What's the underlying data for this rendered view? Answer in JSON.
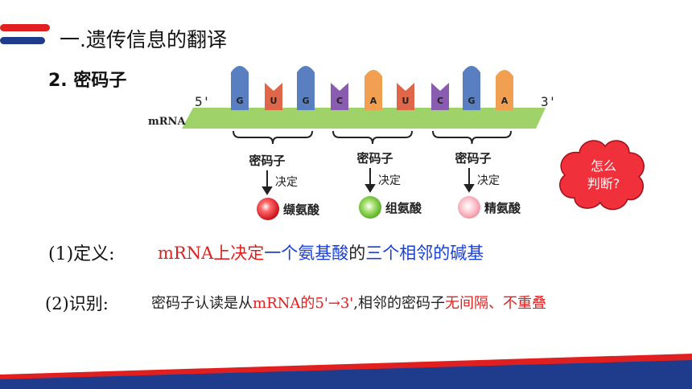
{
  "heading": "一.遗传信息的翻译",
  "subheading": "2. 密码子",
  "diagram": {
    "end5": "5'",
    "end3": "3'",
    "strand_label": "mRNA",
    "bases": [
      "G",
      "U",
      "G",
      "C",
      "A",
      "U",
      "C",
      "G",
      "A"
    ],
    "codon_label": "密码子",
    "determine_label": "决定",
    "amino_acids": [
      "缬氨酸",
      "组氨酸",
      "精氨酸"
    ],
    "colors": {
      "G": "#5a7fc0",
      "U": "#e0664a",
      "C": "#8a5cb0",
      "A": "#f0a050",
      "strand": "#9fd36a",
      "amino": [
        "#e8232a",
        "#6cc02c",
        "#f5a8b4"
      ]
    }
  },
  "cloud": {
    "line1": "怎么",
    "line2": "判断?"
  },
  "def": {
    "label": "(1)定义:",
    "p1": "mRNA上决定",
    "p2": "一个氨基酸",
    "p3": "的",
    "p4": "三个相邻的碱基"
  },
  "rec": {
    "label": "(2)识别:",
    "p1": "密码子认读是从",
    "p2": "mRNA的5'→3'",
    "p3": ",相邻的密码子",
    "p4": "无间隔、不重叠"
  },
  "theme": {
    "accent_red": "#e02020",
    "accent_blue": "#1f3c8c"
  }
}
